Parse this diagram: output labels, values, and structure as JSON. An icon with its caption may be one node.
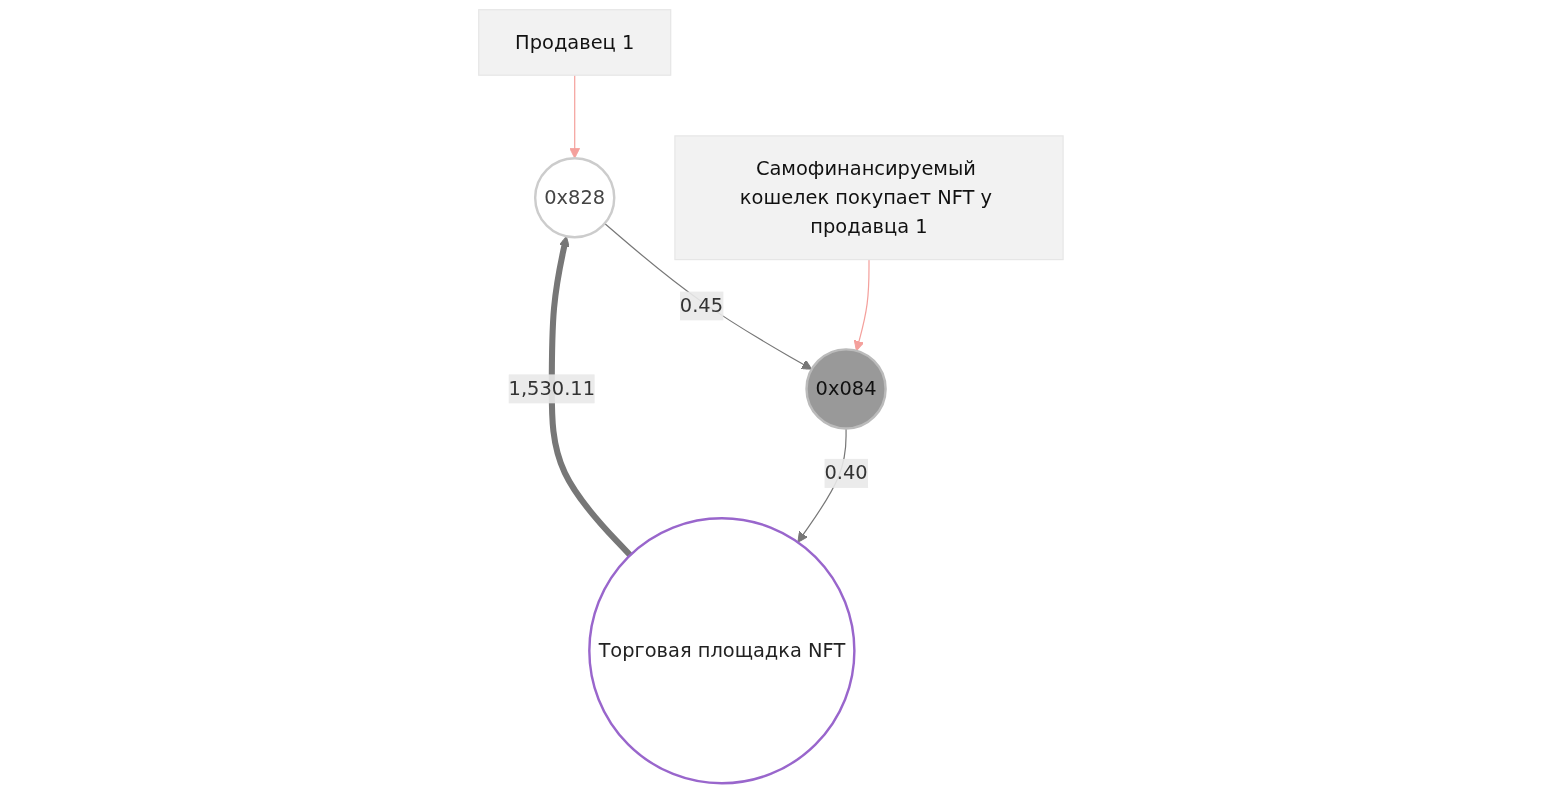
{
  "diagram": {
    "nodes": [
      {
        "text": [
          "Торговая площадка NFT"
        ]
      },
      {
        "text": [
          "0x828"
        ]
      },
      {
        "text": [
          "0x084"
        ]
      },
      {
        "text": [
          "Продавец 1"
        ]
      },
      {
        "text": [
          "Самофинансируемый кошелек покупает NFT у продавца 1"
        ]
      }
    ],
    "edges": [
      {
        "from": 0,
        "to": 1,
        "arrow": "to",
        "label": "1,530.11",
        "style": "thick"
      },
      {
        "from": 1,
        "to": 2,
        "arrow": "to",
        "label": "0.45"
      },
      {
        "from": 2,
        "to": 0,
        "arrow": "to",
        "label": "0.40"
      },
      {
        "from": 3,
        "to": 1,
        "arrow": "to",
        "color": "#f4a09c"
      },
      {
        "from": 4,
        "to": 2,
        "arrow": "to",
        "color": "#f4a09c"
      }
    ]
  }
}
